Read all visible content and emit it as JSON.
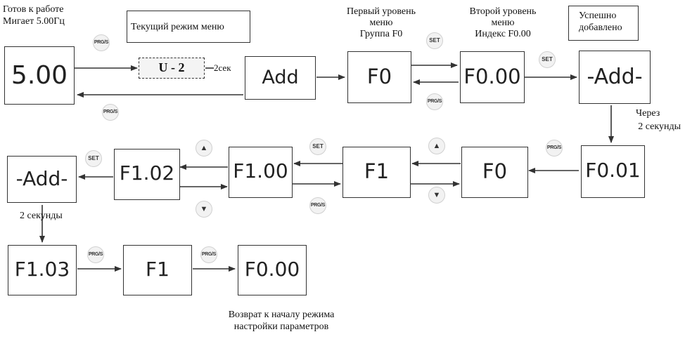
{
  "notes": {
    "ready": "Готов к работе",
    "blinking": "Мигает 5.00Гц",
    "current_mode": "Текущий режим меню",
    "level1_l1": "Первый уровень",
    "level1_l2": "меню",
    "level1_l3": "Группа F0",
    "level2_l1": "Второй уровень",
    "level2_l2": "меню",
    "level2_l3": "Индекс F0.00",
    "success_l1": "Успешно",
    "success_l2": "добавлено",
    "after_l1": "Через",
    "after_l2": "2 секунды",
    "two_sec": "2 секунды",
    "return_l1": "Возврат к началу режима",
    "return_l2": "настройки параметров",
    "delay": "2сек"
  },
  "mode_code": "U - 2",
  "displays": {
    "d1": "5.00",
    "d2": "Add",
    "d3": "F0",
    "d4": "F0.00",
    "d5": "-Add-",
    "d6": "F0.01",
    "d7": "F0",
    "d8": "F1",
    "d9": "F1.00",
    "d10": "F1.02",
    "d11": "-Add-",
    "d12": "F1.03",
    "d13": "F1",
    "d14": "F0.00"
  },
  "keys": {
    "prg": "PRG/S",
    "set": "SET",
    "up": "▲",
    "down": "▼"
  }
}
